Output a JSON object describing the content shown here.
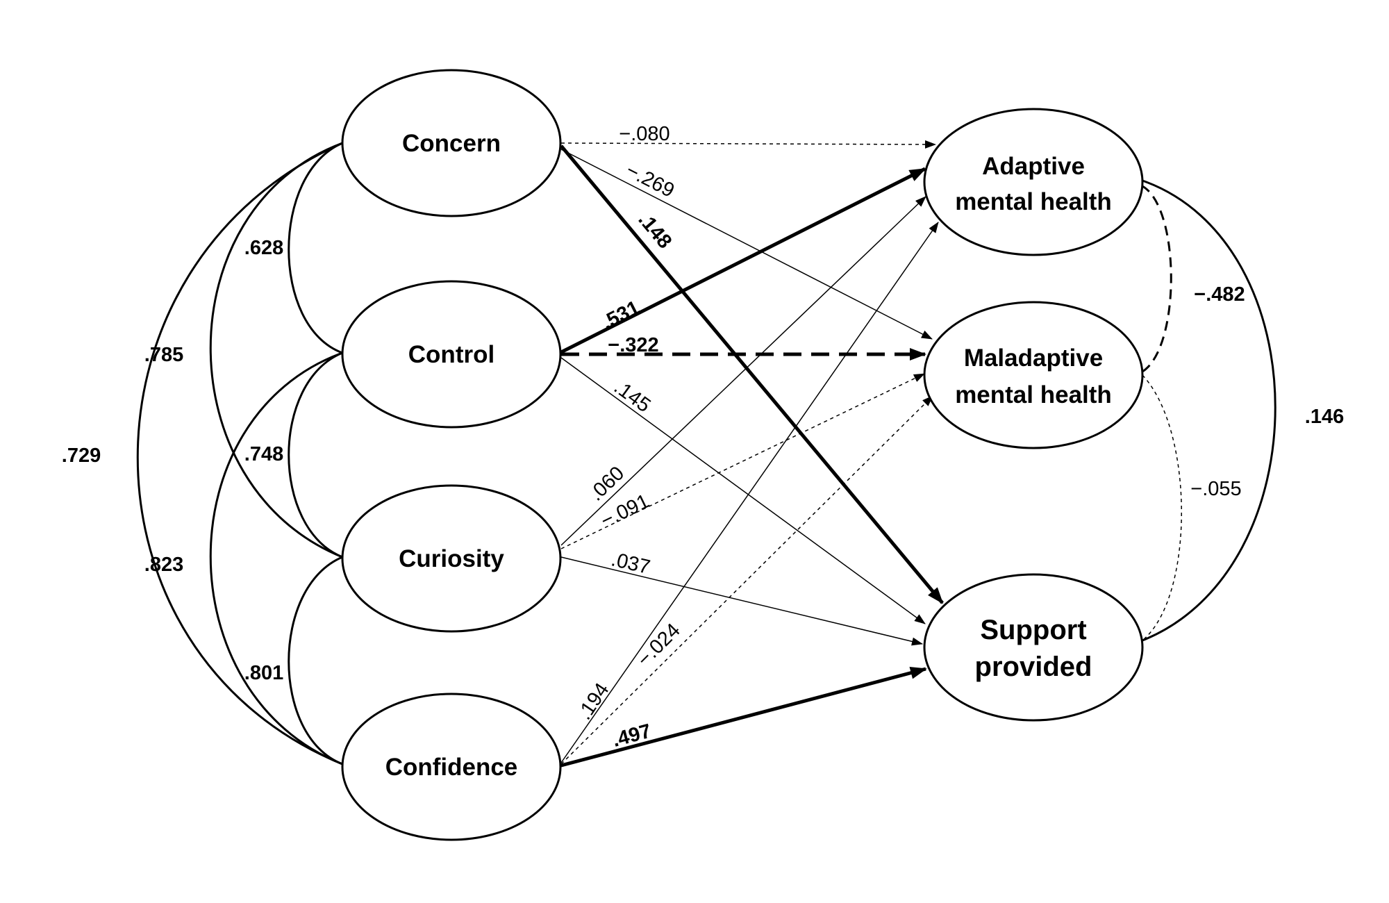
{
  "nodes": {
    "concern": "Concern",
    "control": "Control",
    "curiosity": "Curiosity",
    "confidence": "Confidence",
    "adaptive_line1": "Adaptive",
    "adaptive_line2": "mental health",
    "maladaptive_line1": "Maladaptive",
    "maladaptive_line2": "mental health",
    "support_line1": "Support",
    "support_line2": "provided"
  },
  "correlations": {
    "concern_control": ".628",
    "concern_curiosity": ".785",
    "concern_confidence": ".729",
    "control_curiosity": ".748",
    "control_confidence": ".823",
    "curiosity_confidence": ".801",
    "adaptive_maladaptive": "−.482",
    "adaptive_support": ".146",
    "maladaptive_support": "−.055"
  },
  "paths": {
    "concern_adaptive": "−.080",
    "concern_maladaptive": "−.269",
    "concern_support": ".148",
    "control_adaptive": ".531",
    "control_maladaptive": "−.322",
    "control_support": ".145",
    "curiosity_adaptive": ".060",
    "curiosity_maladaptive": "−.091",
    "curiosity_support": ".037",
    "confidence_adaptive": ".194",
    "confidence_maladaptive": "−.024",
    "confidence_support": ".497"
  }
}
